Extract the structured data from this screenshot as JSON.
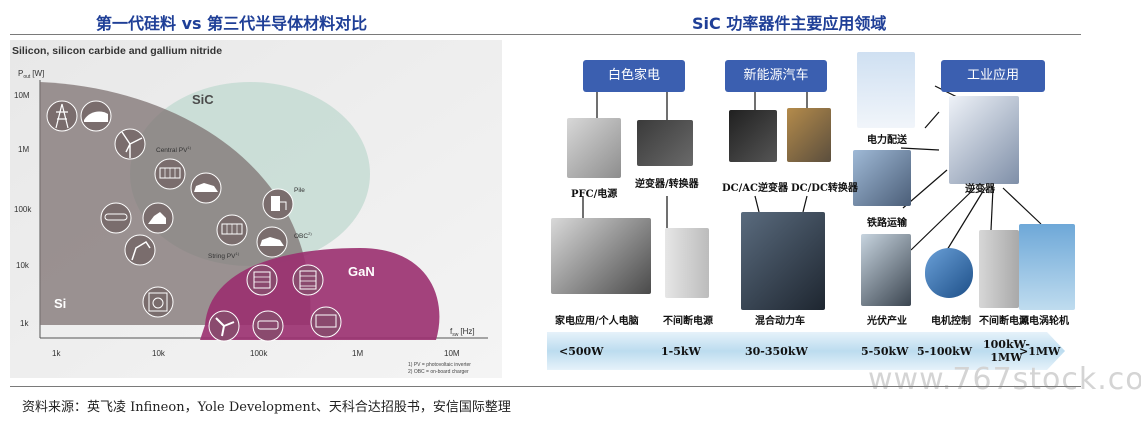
{
  "titles": {
    "left": "第一代硅料 vs 第三代半导体材料对比",
    "right": "SiC 功率器件主要应用领域"
  },
  "left_chart": {
    "subtitle": "Silicon, silicon carbide and gallium nitride",
    "ylabel": "P",
    "ylabel_sub": "out",
    "ylabel_unit": "[W]",
    "xlabel": "f",
    "xlabel_sub": "sw",
    "xlabel_unit": "[Hz]",
    "y_ticks": [
      "10M",
      "1M",
      "100k",
      "10k",
      "1k"
    ],
    "x_ticks": [
      "1k",
      "10k",
      "100k",
      "1M",
      "10M"
    ],
    "regions": {
      "sic": "SiC",
      "gan": "GaN",
      "si": "Si"
    },
    "annotations": {
      "central_pv": "Central PV",
      "central_pv_sup": "1)",
      "pile": "Pile",
      "obc": "OBC",
      "obc_sup": "2)",
      "string_pv": "String PV",
      "string_pv_sup": "1)"
    },
    "notes": [
      "1) PV = photovoltaic inverter",
      "2) OBC = on-board charger"
    ]
  },
  "right_diagram": {
    "categories": {
      "home": "白色家电",
      "nev": "新能源汽车",
      "industry": "工业应用"
    },
    "labels": {
      "pfc": "PFC/电源",
      "inverter_converter": "逆变器/转换器",
      "dcac": "DC/AC逆变器",
      "dcdc": "DC/DC转换器",
      "grid": "电力配送",
      "rail": "铁路运输",
      "inverter": "逆变器",
      "appliance": "家电应用/个人电脑",
      "ups": "不间断电源",
      "hybrid": "混合动力车",
      "pv": "光伏产业",
      "motor": "电机控制",
      "ups2": "不间断电源",
      "wind": "风电涡轮机"
    },
    "power_band": {
      "p1": "<500W",
      "p2": "1-5kW",
      "p3": "30-350kW",
      "p4": "5-50kW",
      "p5": "5-100kW",
      "p6a": "100kW-",
      "p6b": "1MW",
      "p7": ">1MW"
    },
    "colors": {
      "category_bg": "#3b5fb0",
      "band": "#cfe6f4"
    }
  },
  "source": "资料来源：英飞凌 Infineon，Yole Development、天科合达招股书，安信国际整理",
  "watermark": "www.767stock.com"
}
